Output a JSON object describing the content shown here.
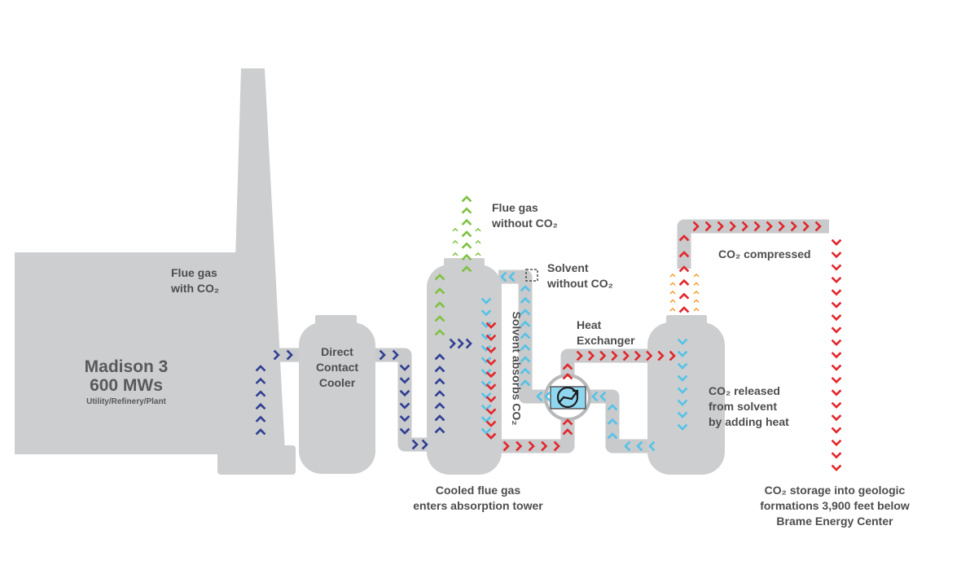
{
  "plant": {
    "name": "Madison 3",
    "capacity": "600 MWs",
    "type": "Utility/Refinery/Plant"
  },
  "labels": {
    "flue_gas_with_co2": [
      "Flue gas",
      "with CO₂"
    ],
    "direct_contact_cooler": [
      "Direct",
      "Contact",
      "Cooler"
    ],
    "flue_gas_without_co2": [
      "Flue gas",
      "without CO₂"
    ],
    "solvent_without_co2": [
      "Solvent",
      "without CO₂"
    ],
    "solvent_absorbs_co2": "Solvent absorbs CO₂",
    "heat_exchanger": [
      "Heat",
      "Exchanger"
    ],
    "co2_compressed": "CO₂ compressed",
    "co2_released": [
      "CO₂ released",
      "from solvent",
      "by adding heat"
    ],
    "cooled_flue_gas": [
      "Cooled flue gas",
      "enters absorption tower"
    ],
    "co2_storage": [
      "CO₂ storage into geologic",
      "formations 3,900 feet below",
      "Brame Energy Center"
    ]
  },
  "colors": {
    "structure": "#cdcecf",
    "pipe": "#c9cacc",
    "flue_gas": "#2e3f93",
    "clean_gas": "#7fc241",
    "lean_solvent": "#54c3e8",
    "rich_solvent": "#e2262b",
    "heat": "#f39c2b",
    "exchanger": "#8fd6ef",
    "text": "#4d4d4f"
  }
}
